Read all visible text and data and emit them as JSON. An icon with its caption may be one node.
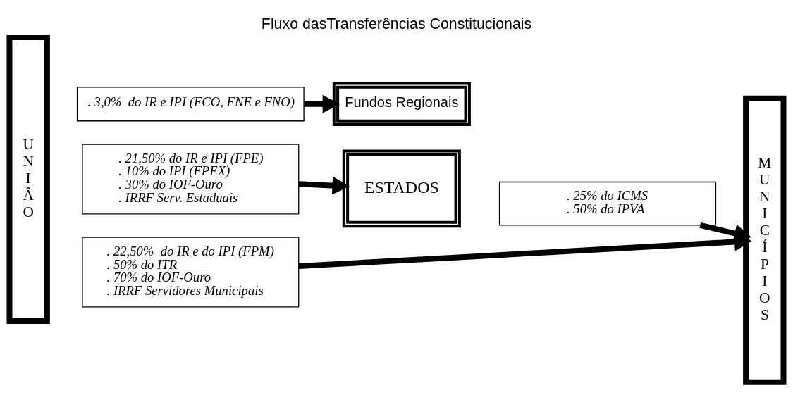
{
  "diagram": {
    "title": "Fluxo dasTransferências Constitucionais",
    "nodes": [
      {
        "text": [
          "U N I Â O"
        ]
      },
      {
        "text": [
          ". 3,0%  do IR e IPI (FCO, FNE e FNO)"
        ]
      },
      {
        "text": [
          "Fundos Regionais"
        ]
      },
      {
        "text": [
          ". 21,50% do IR e IPI (FPE)",
          ". 10% do IPI (FPEX)",
          ". 30% do IOF-Ouro",
          ". IRRF Serv. Estaduais"
        ]
      },
      {
        "text": [
          "ESTADOS"
        ]
      },
      {
        "text": [
          ". 25% do ICMS",
          ". 50% do IPVA"
        ]
      },
      {
        "text": [
          "M U N I C Í P I O S"
        ]
      },
      {
        "text": [
          ". 22,50%  do IR e do IPI (FPM)",
          ". 50% do ITR",
          ". 70% do IOF-Ouro",
          ". IRRF Servidores Municipais"
        ]
      }
    ],
    "edges": [
      {
        "from": 1,
        "to": 2,
        "arrow": "to"
      },
      {
        "from": 3,
        "to": 4,
        "arrow": "to"
      },
      {
        "from": 5,
        "to": 6,
        "arrow": "to"
      },
      {
        "from": 7,
        "to": 6,
        "arrow": "to"
      }
    ]
  }
}
